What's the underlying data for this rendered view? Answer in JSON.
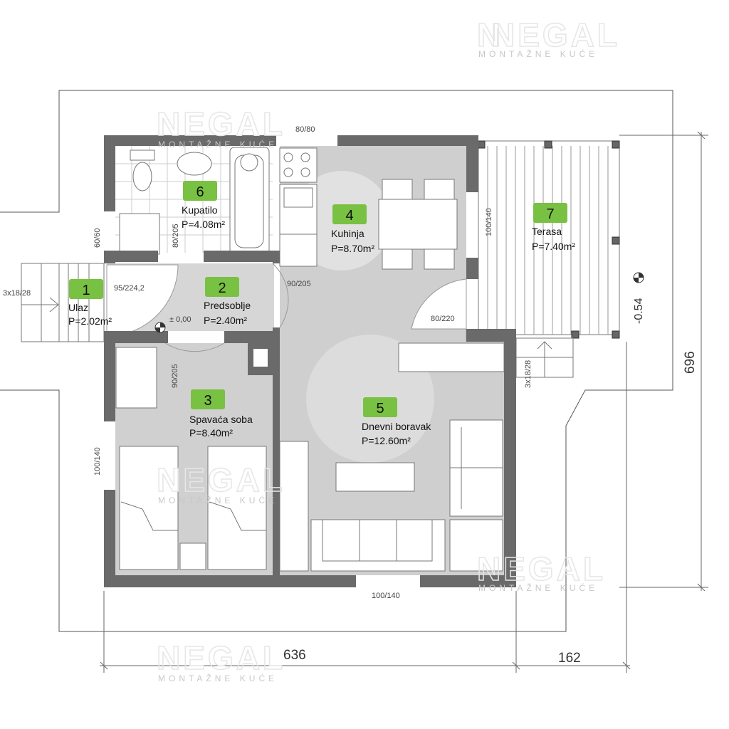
{
  "colors": {
    "wall": "#6a6a6a",
    "floor": "#d4d4d4",
    "badge": "#79c142",
    "line": "#555555"
  },
  "watermark": {
    "brand": "NEGAL",
    "tagline": "MONTAŽNE KUĆE"
  },
  "rooms": [
    {
      "num": "1",
      "name": "Ulaz",
      "area": "P=2.02m²"
    },
    {
      "num": "2",
      "name": "Predsoblje",
      "area": "P=2.40m²"
    },
    {
      "num": "3",
      "name": "Spavaća soba",
      "area": "P=8.40m²"
    },
    {
      "num": "4",
      "name": "Kuhinja",
      "area": "P=8.70m²"
    },
    {
      "num": "5",
      "name": "Dnevni boravak",
      "area": "P=12.60m²"
    },
    {
      "num": "6",
      "name": "Kupatilo",
      "area": "P=4.08m²"
    },
    {
      "num": "7",
      "name": "Terasa",
      "area": "P=7.40m²"
    }
  ],
  "openings": {
    "top_window": "80/80",
    "bath_window": "60/60",
    "bath_door": "80/205",
    "entry_door": "95/224,2",
    "kitchen_door": "90/205",
    "terrace_door": "80/220",
    "terrace_window": "100/140",
    "bedroom_door": "90/205",
    "bedroom_window": "100/140",
    "living_window": "100/140",
    "entry_stairs": "3x18/28",
    "terrace_stairs": "3x18/28"
  },
  "levels": {
    "floor": "± 0,00",
    "terrace": "-0.54"
  },
  "dimensions": {
    "width_main": "636",
    "width_terrace": "162",
    "depth": "696"
  }
}
